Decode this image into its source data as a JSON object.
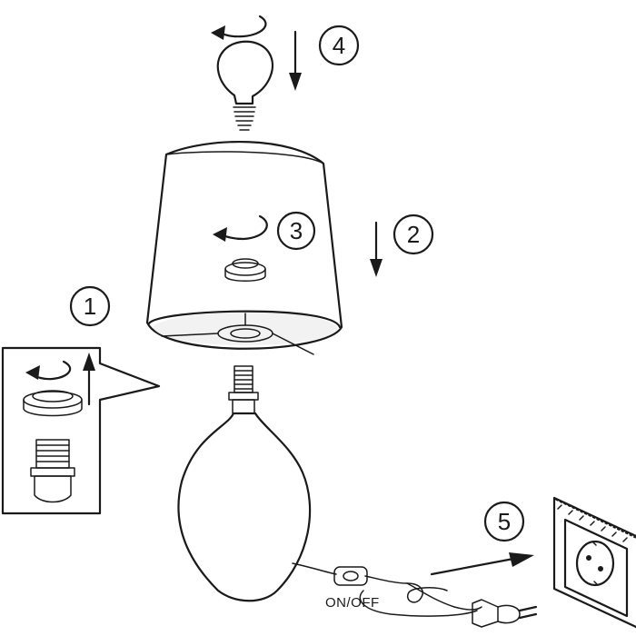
{
  "steps": {
    "s1": "1",
    "s2": "2",
    "s3": "3",
    "s4": "4",
    "s5": "5"
  },
  "switch_label": "ON/OFF",
  "colors": {
    "line": "#1a1a1a",
    "background": "#ffffff"
  },
  "icons": {
    "bulb": "light-bulb-icon",
    "rotate": "rotate-arrow-icon",
    "down": "arrow-down-icon",
    "up": "arrow-up-icon"
  }
}
